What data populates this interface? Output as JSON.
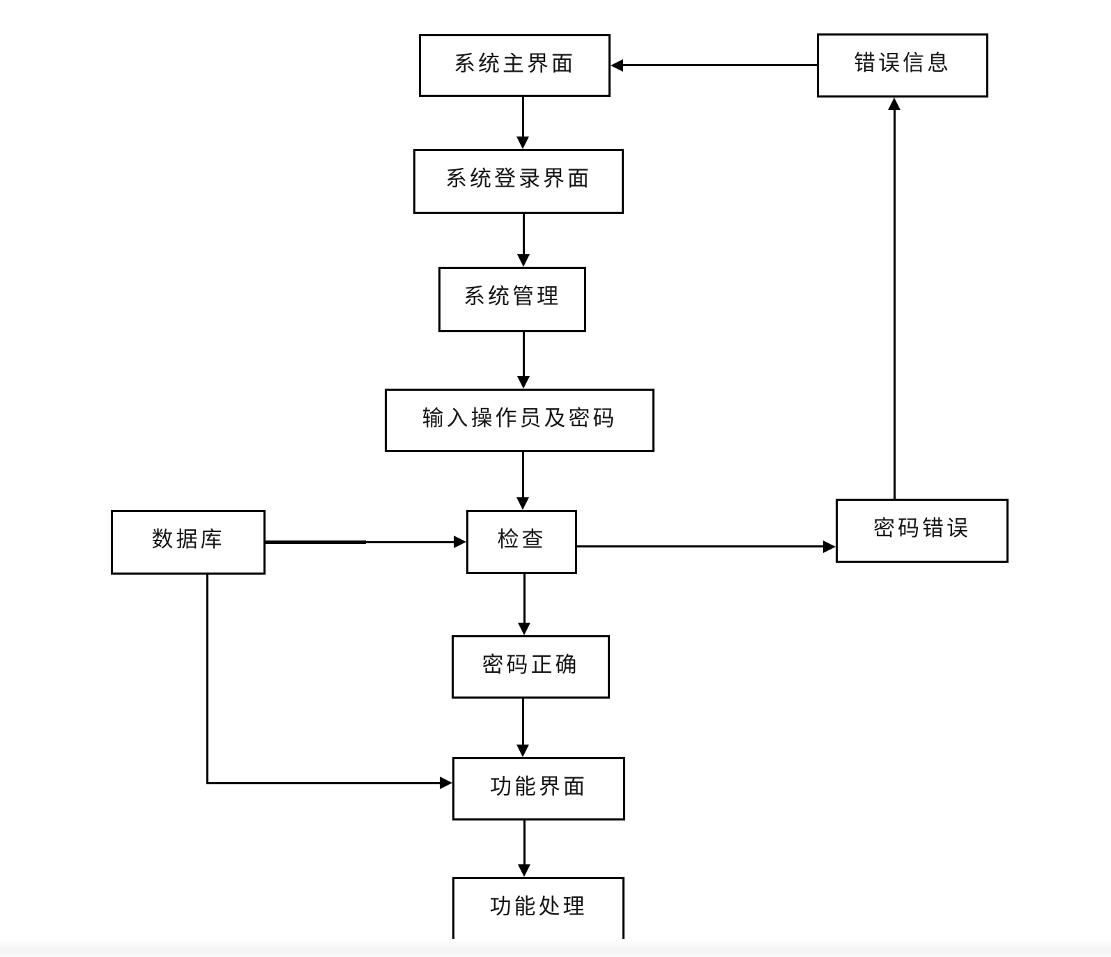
{
  "diagram": {
    "type": "flowchart",
    "nodes": {
      "system_main_ui": {
        "label": "系统主界面"
      },
      "error_info": {
        "label": "错误信息"
      },
      "system_login_ui": {
        "label": "系统登录界面"
      },
      "system_management": {
        "label": "系统管理"
      },
      "input_credentials": {
        "label": "输入操作员及密码"
      },
      "database": {
        "label": "数据库"
      },
      "check": {
        "label": "检查"
      },
      "password_wrong": {
        "label": "密码错误"
      },
      "password_correct": {
        "label": "密码正确"
      },
      "function_ui": {
        "label": "功能界面"
      },
      "function_process": {
        "label": "功能处理"
      }
    },
    "edges": [
      {
        "from": "system_main_ui",
        "to": "system_login_ui"
      },
      {
        "from": "error_info",
        "to": "system_main_ui"
      },
      {
        "from": "system_login_ui",
        "to": "system_management"
      },
      {
        "from": "system_management",
        "to": "input_credentials"
      },
      {
        "from": "input_credentials",
        "to": "check"
      },
      {
        "from": "database",
        "to": "check"
      },
      {
        "from": "check",
        "to": "password_wrong"
      },
      {
        "from": "password_wrong",
        "to": "error_info"
      },
      {
        "from": "check",
        "to": "password_correct"
      },
      {
        "from": "password_correct",
        "to": "function_ui"
      },
      {
        "from": "database",
        "to": "function_ui"
      },
      {
        "from": "function_ui",
        "to": "function_process"
      }
    ],
    "colors": {
      "line": "#000000",
      "text": "#161616",
      "background": "#ffffff"
    }
  }
}
